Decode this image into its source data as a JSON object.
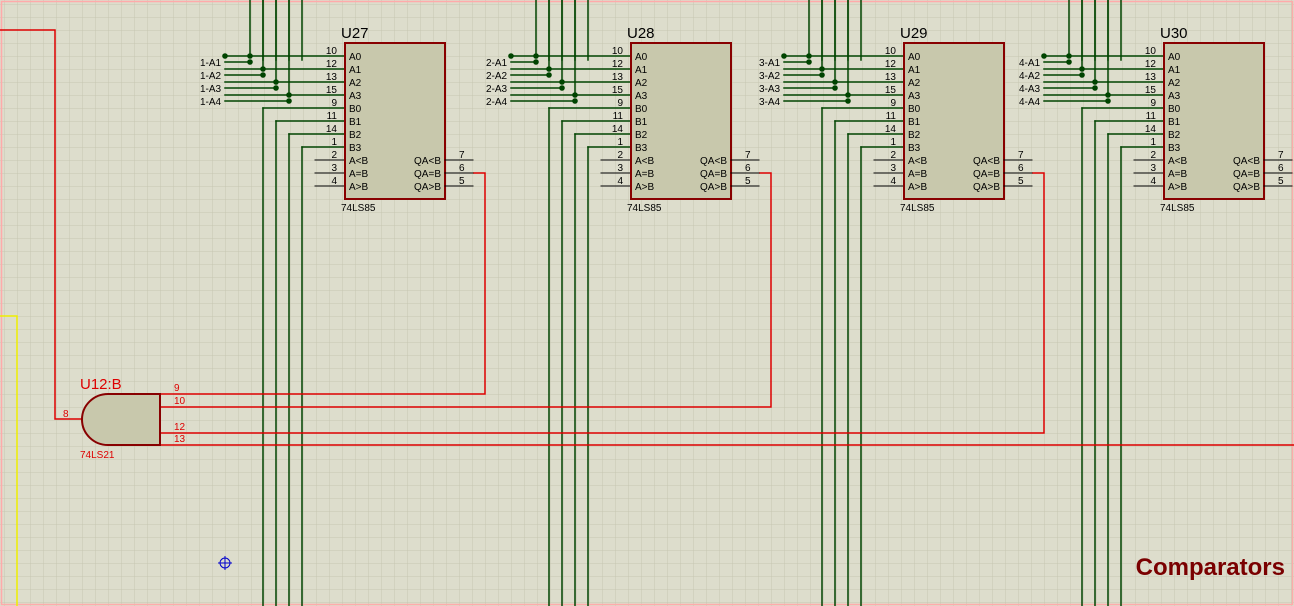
{
  "sheet_title": "Comparators",
  "colors": {
    "background": "#ddddcc",
    "grid": "#c6c6b2",
    "wire_green": "#004400",
    "wire_red": "#dd0000",
    "wire_yellow": "#eeee00",
    "chip_fill": "#c8c8ac",
    "chip_border": "#880000",
    "title_color": "#7a0000",
    "border_pink": "#ffaaaa"
  },
  "comparator": {
    "part": "74LS85",
    "left_pins": [
      {
        "name": "A0",
        "num": "10"
      },
      {
        "name": "A1",
        "num": "12"
      },
      {
        "name": "A2",
        "num": "13"
      },
      {
        "name": "A3",
        "num": "15"
      },
      {
        "name": "B0",
        "num": "9"
      },
      {
        "name": "B1",
        "num": "11"
      },
      {
        "name": "B2",
        "num": "14"
      },
      {
        "name": "B3",
        "num": "1"
      },
      {
        "name": "A<B",
        "num": "2"
      },
      {
        "name": "A=B",
        "num": "3"
      },
      {
        "name": "A>B",
        "num": "4"
      }
    ],
    "right_pins": [
      {
        "name": "QA<B",
        "num": "7"
      },
      {
        "name": "QA=B",
        "num": "6"
      },
      {
        "name": "QA>B",
        "num": "5"
      }
    ]
  },
  "chips": [
    {
      "ref": "U27",
      "nets": [
        "1-A1",
        "1-A2",
        "1-A3",
        "1-A4"
      ]
    },
    {
      "ref": "U28",
      "nets": [
        "2-A1",
        "2-A2",
        "2-A3",
        "2-A4"
      ]
    },
    {
      "ref": "U29",
      "nets": [
        "3-A1",
        "3-A2",
        "3-A3",
        "3-A4"
      ]
    },
    {
      "ref": "U30",
      "nets": [
        "4-A1",
        "4-A2",
        "4-A3",
        "4-A4"
      ]
    }
  ],
  "and_gate": {
    "ref": "U12:B",
    "part": "74LS21",
    "output_pin": "8",
    "input_pins": [
      "9",
      "10",
      "12",
      "13"
    ]
  },
  "cursor_icon": "crosshair-cursor-icon"
}
